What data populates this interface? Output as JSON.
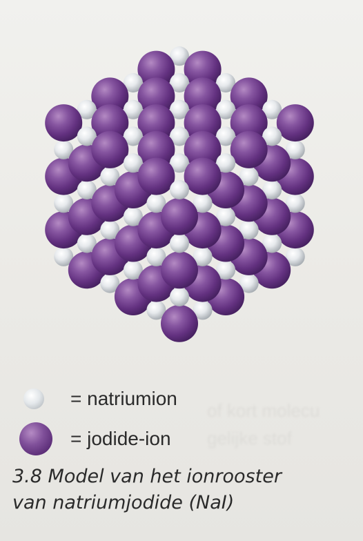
{
  "legend": {
    "sodium": {
      "label": "= natriumion",
      "color": "#dfe3e6",
      "symbol": "light-grey-sphere"
    },
    "iodide": {
      "label": "= jodide-ion",
      "color": "#6e3f8a",
      "symbol": "purple-sphere"
    }
  },
  "caption": {
    "line1": "3.8 Model van het ionrooster",
    "line2": "van natriumjodide (NaI)"
  }
}
